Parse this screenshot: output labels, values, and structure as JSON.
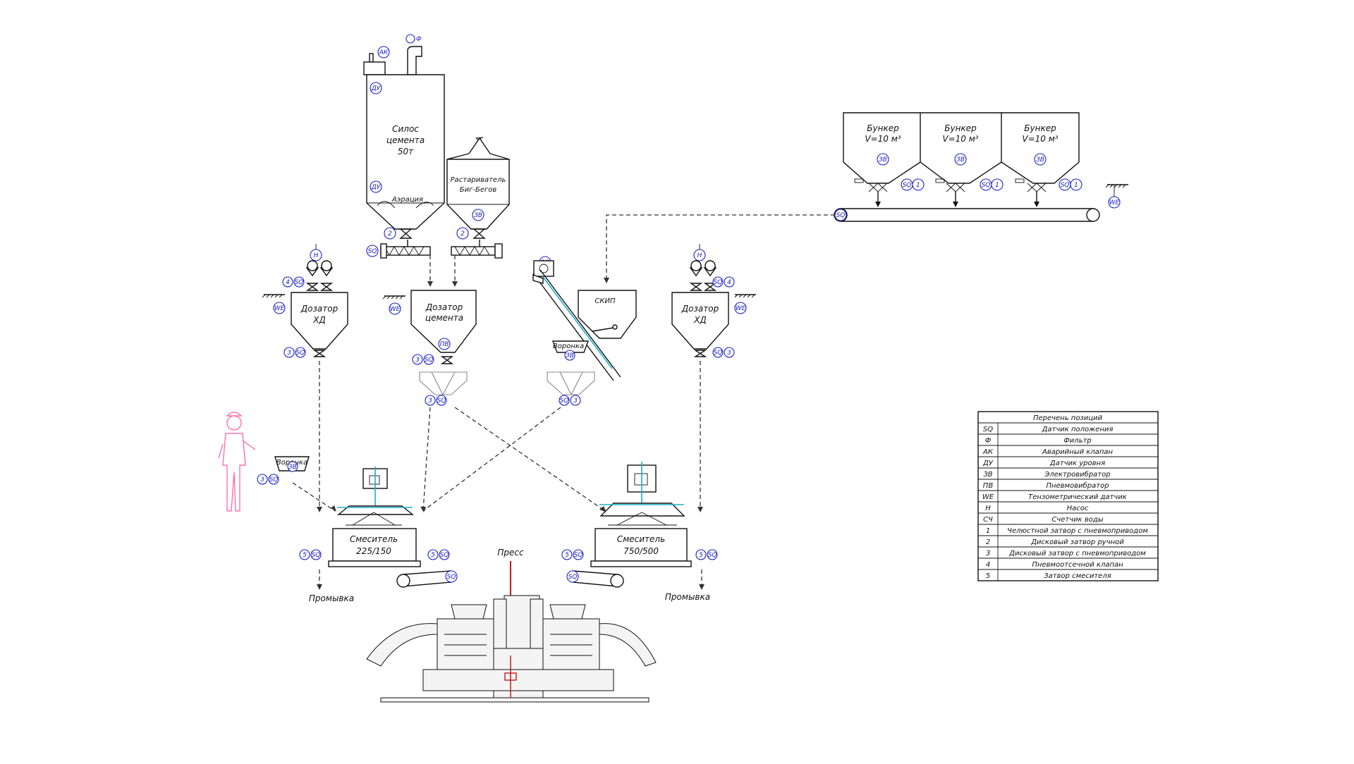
{
  "labels": {
    "silo": [
      "Силос",
      "цемента",
      "50т"
    ],
    "unpacker": [
      "Растариватель",
      "Биг-Бегов"
    ],
    "aeration": "Аэрация",
    "bunker_title": "Бункер",
    "bunker_volume": "V=10 м³",
    "doser_hd": [
      "Дозатор",
      "ХД"
    ],
    "doser_cement": [
      "Дозатор",
      "цемента"
    ],
    "skip": "СКИП",
    "funnel": "Воронка",
    "mixer_small": [
      "Смеситель",
      "225/150"
    ],
    "mixer_large": [
      "Смеситель",
      "750/500"
    ],
    "press": "Пресс",
    "wash_left": "Промывка",
    "wash_right": "Промывка"
  },
  "badges": {
    "AK": "АК",
    "F": "Ф",
    "DU": "ДУ",
    "SQ": "SQ",
    "ZV": "ЗВ",
    "PV": "ПВ",
    "WE": "WE",
    "H": "Н",
    "n1": "1",
    "n2": "2",
    "n3": "3",
    "n4": "4",
    "n5": "5"
  },
  "legend": {
    "title": "Перечень позиций",
    "rows": [
      {
        "code": "SQ",
        "desc": "Датчик положения"
      },
      {
        "code": "Ф",
        "desc": "Фильтр"
      },
      {
        "code": "АК",
        "desc": "Аварийный клапан"
      },
      {
        "code": "ДУ",
        "desc": "Датчик уровня"
      },
      {
        "code": "ЗВ",
        "desc": "Электровибратор"
      },
      {
        "code": "ПВ",
        "desc": "Пневмовибратор"
      },
      {
        "code": "WE",
        "desc": "Тензометрический датчик"
      },
      {
        "code": "Н",
        "desc": "Насос"
      },
      {
        "code": "СЧ",
        "desc": "Счетчик воды"
      },
      {
        "code": "1",
        "desc": "Челюстной затвор с пневмоприводом"
      },
      {
        "code": "2",
        "desc": "Дисковый затвор ручной"
      },
      {
        "code": "3",
        "desc": "Дисковый затвор с пневмоприводом"
      },
      {
        "code": "4",
        "desc": "Пневмоотсечной клапан"
      },
      {
        "code": "5",
        "desc": "Затвор смесителя"
      }
    ]
  },
  "colors": {
    "badge": "#1a22c8",
    "person": "#ff5aa0",
    "accent": "#1ab0c8"
  }
}
